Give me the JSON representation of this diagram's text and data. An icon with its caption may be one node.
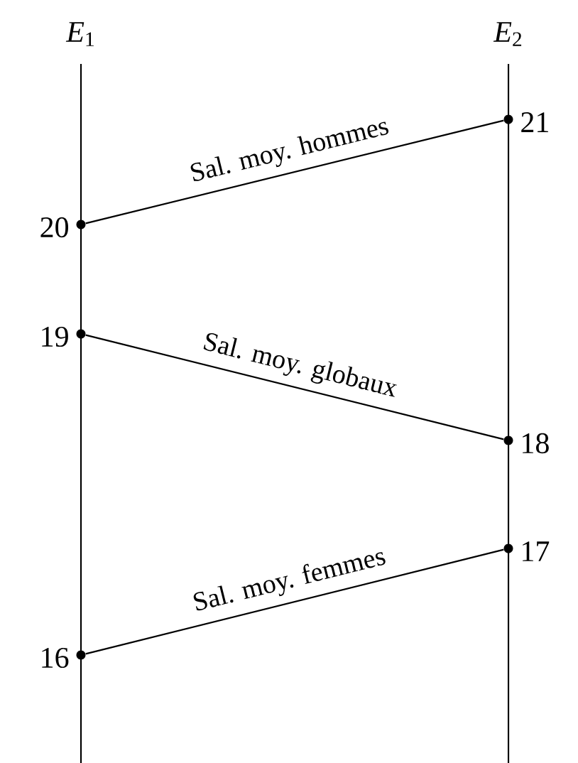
{
  "diagram": {
    "nodes": [
      {
        "text": [],
        "shape": "circle",
        "beside": [
          "21"
        ]
      },
      {
        "text": [],
        "shape": "circle",
        "beside": [
          "20"
        ]
      },
      {
        "text": [],
        "shape": "circle",
        "beside": [
          "19"
        ]
      },
      {
        "text": [],
        "shape": "circle",
        "beside": [
          "18"
        ]
      },
      {
        "text": [],
        "shape": "circle",
        "beside": [
          "17"
        ]
      },
      {
        "text": [],
        "shape": "circle",
        "beside": [
          "16"
        ]
      }
    ],
    "edges": [
      {
        "from": 1,
        "to": 0,
        "arrow": "none",
        "label": "Sal. moy. hommes"
      },
      {
        "from": 2,
        "to": 3,
        "arrow": "none",
        "label": "Sal. moy. globaux"
      },
      {
        "from": 5,
        "to": 4,
        "arrow": "none",
        "label": "Sal. moy. femmes"
      }
    ],
    "labels": [
      "*E*$_{1}$",
      "*E*$_{2}$"
    ]
  }
}
